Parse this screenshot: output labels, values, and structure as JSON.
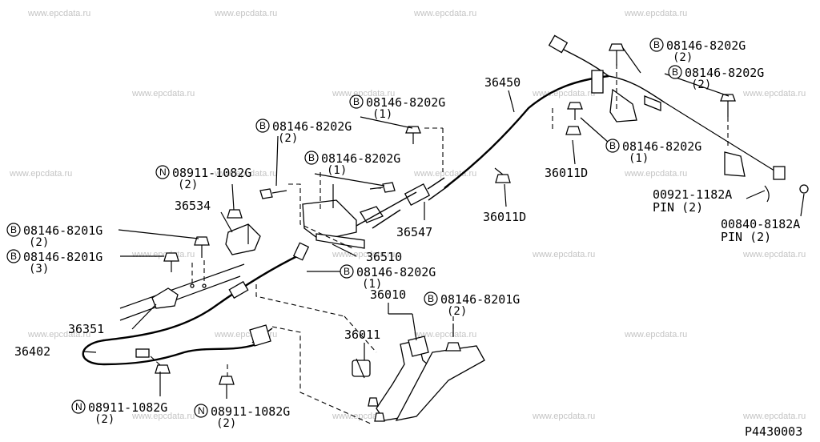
{
  "diagram_code": "P4430003",
  "watermark": "www.epcdata.ru",
  "callouts": [
    {
      "id": "c1",
      "prefix": "B",
      "part": "08146-8202G",
      "qty": "(2)"
    },
    {
      "id": "c2",
      "prefix": "B",
      "part": "08146-8202G",
      "qty": "(2)"
    },
    {
      "id": "c3",
      "prefix": "B",
      "part": "08146-8202G",
      "qty": "(1)"
    },
    {
      "id": "c4",
      "prefix": "B",
      "part": "08146-8202G",
      "qty": "(2)"
    },
    {
      "id": "c5",
      "prefix": "B",
      "part": "08146-8202G",
      "qty": "(1)"
    },
    {
      "id": "c6",
      "prefix": "B",
      "part": "08146-8202G",
      "qty": "(1)"
    },
    {
      "id": "c7",
      "prefix": "N",
      "part": "08911-1082G",
      "qty": "(2)"
    },
    {
      "id": "c8",
      "prefix": "B",
      "part": "08146-8201G",
      "qty": "(2)"
    },
    {
      "id": "c9",
      "prefix": "B",
      "part": "08146-8201G",
      "qty": "(3)"
    },
    {
      "id": "c10",
      "prefix": "B",
      "part": "08146-8202G",
      "qty": "(1)"
    },
    {
      "id": "c11",
      "prefix": "B",
      "part": "08146-8201G",
      "qty": "(2)"
    },
    {
      "id": "c12",
      "prefix": "N",
      "part": "08911-1082G",
      "qty": "(2)"
    },
    {
      "id": "c13",
      "prefix": "N",
      "part": "08911-1082G",
      "qty": "(2)"
    }
  ],
  "part_labels": {
    "p36450": "36450",
    "p36011D_a": "36011D",
    "p36011D_b": "36011D",
    "p36534": "36534",
    "p36547": "36547",
    "p36510": "36510",
    "p36010": "36010",
    "p36011": "36011",
    "p36351": "36351",
    "p36402": "36402"
  },
  "pins": [
    {
      "part": "00921-1182A",
      "desc": "PIN (2)"
    },
    {
      "part": "00840-8182A",
      "desc": "PIN (2)"
    }
  ]
}
